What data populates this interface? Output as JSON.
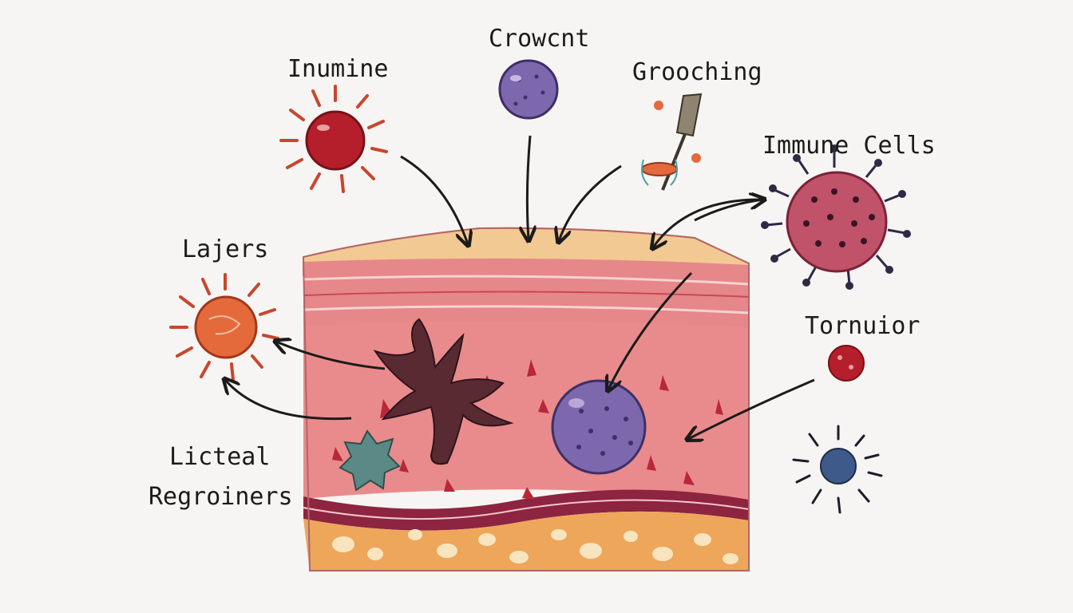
{
  "labels": {
    "immune_left": "Inumine",
    "top_center": "Crowcnt",
    "top_right": "Grooching",
    "immune_cells": "Immune Cells",
    "layers": "Lajers",
    "tornuior": "Tornuior",
    "listed_line1": "Lictеal",
    "listed_line2": "Regroiners"
  },
  "colors": {
    "background": "#f6f5f3",
    "surface": "#f2c992",
    "epidermis": "#e6878a",
    "dermis": "#e98b8c",
    "vessel_band": "#8d2440",
    "fat_layer": "#eea65a",
    "ink": "#1b1b1b",
    "red_cell": "#b51f2c",
    "purple_cell": "#7d67ad",
    "virus_cell": "#c0526a",
    "orange_cell": "#e46a3c",
    "green_cell": "#5b8a86",
    "blue_cell": "#3e5a8a"
  },
  "icons": [
    "sun-burst-cell-icon",
    "round-cell-icon",
    "virus-cell-icon",
    "probe-icon",
    "spiky-cell-icon",
    "dendritic-cell-icon"
  ]
}
